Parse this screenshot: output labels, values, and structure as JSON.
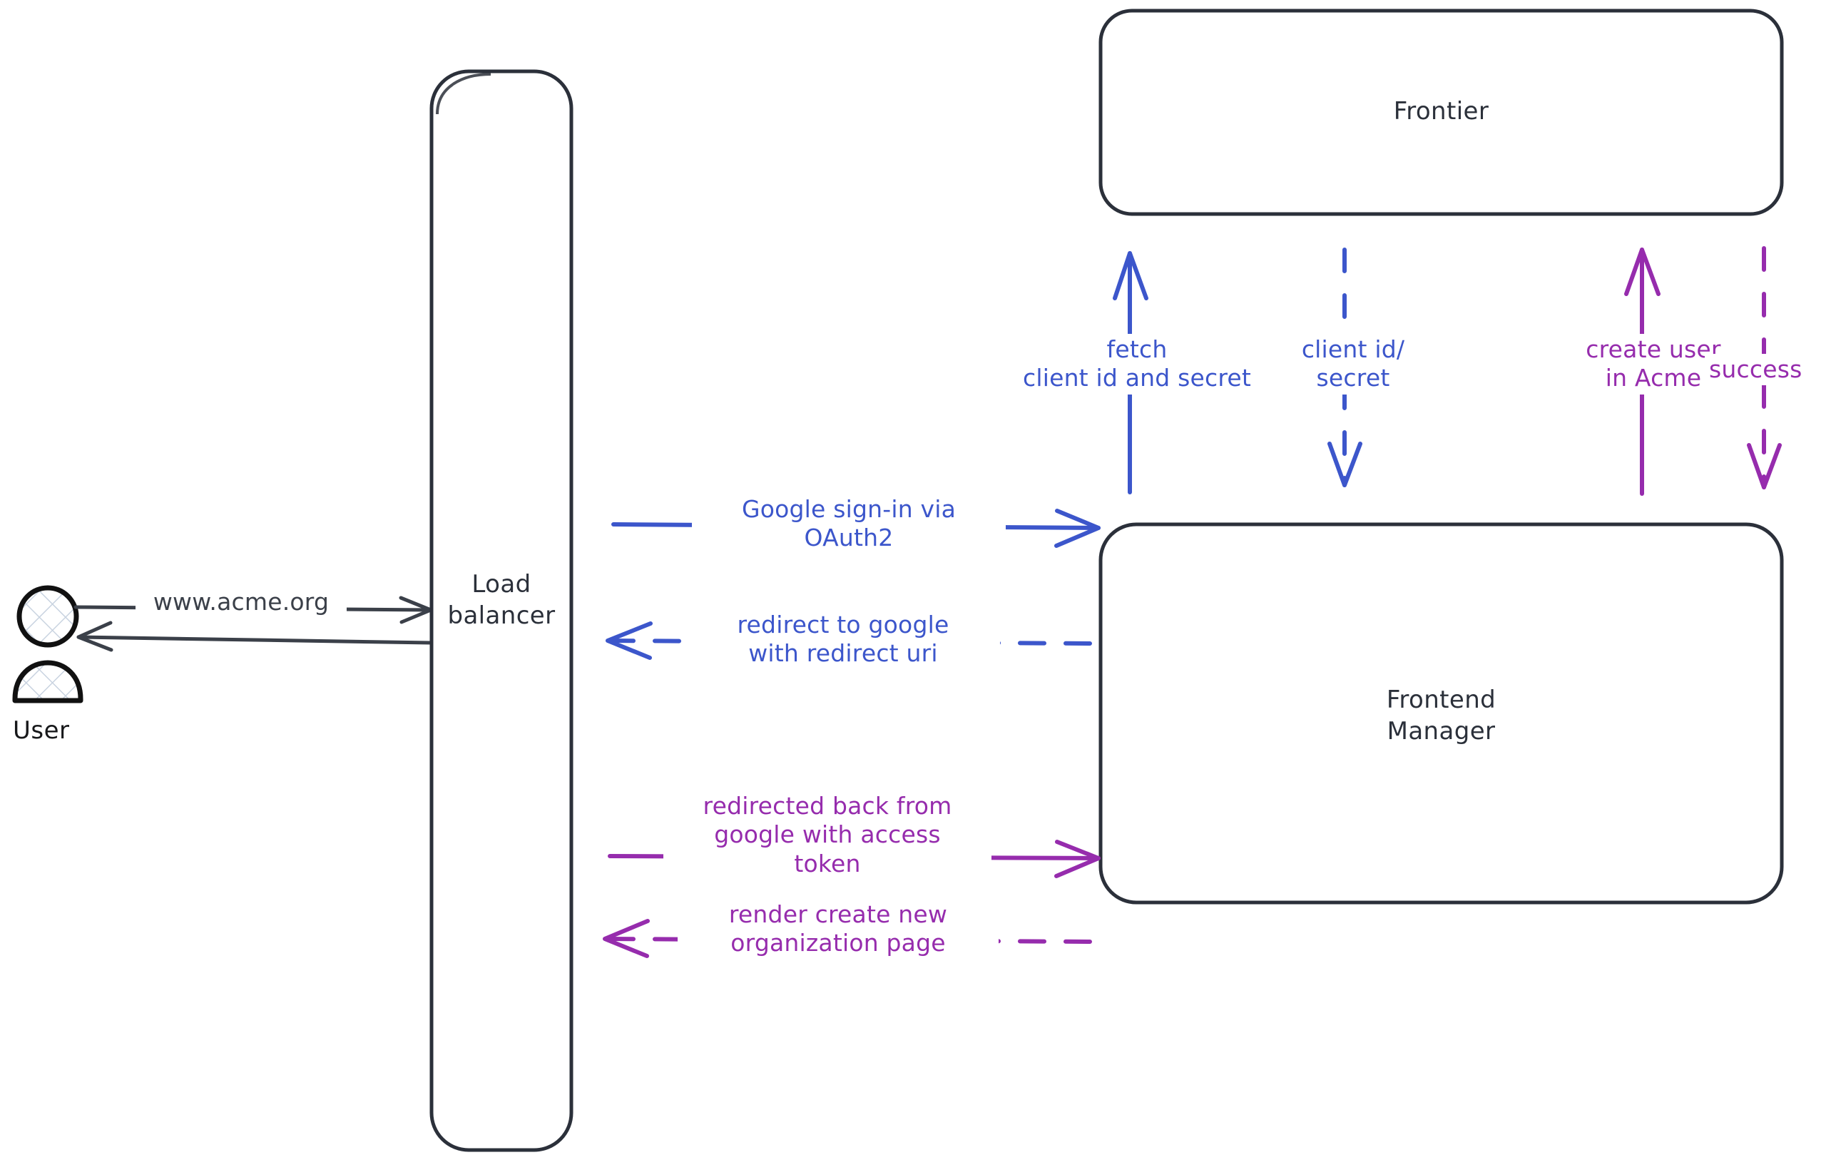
{
  "diagram": {
    "title": "Google OAuth2 sign-in sequence",
    "background": "#ffffff",
    "colors": {
      "stroke_dark": "#2b303a",
      "blue": "#3c56cb",
      "purple": "#962cad",
      "actor_outline": "#111111",
      "actor_hatch": "#c9d3e0"
    }
  },
  "actors": [
    {
      "id": "user",
      "icon": "person-icon",
      "caption": "User"
    }
  ],
  "nodes": [
    {
      "id": "load-balancer",
      "label": "Load\nbalancer",
      "shape": "rounded-rect"
    },
    {
      "id": "frontier",
      "label": "Frontier",
      "shape": "rounded-rect"
    },
    {
      "id": "frontend-manager",
      "label": "Frontend\nManager",
      "shape": "rounded-rect"
    }
  ],
  "edges": [
    {
      "id": "user-to-lb",
      "label": "www.acme.org",
      "color": "#3b4049",
      "style": "solid",
      "direction": "right",
      "from": "user",
      "to": "load-balancer"
    },
    {
      "id": "lb-to-user",
      "label": "",
      "color": "#3b4049",
      "style": "solid",
      "direction": "left",
      "from": "load-balancer",
      "to": "user"
    },
    {
      "id": "lb-to-fm-signin",
      "label": "Google sign-in via\nOAuth2",
      "color": "#3c56cb",
      "style": "solid",
      "direction": "right",
      "from": "load-balancer",
      "to": "frontend-manager"
    },
    {
      "id": "fm-to-lb-redirect",
      "label": "redirect to google\nwith redirect uri",
      "color": "#3c56cb",
      "style": "dashed",
      "direction": "left",
      "from": "frontend-manager",
      "to": "load-balancer"
    },
    {
      "id": "lb-to-fm-token",
      "label": "redirected back from\ngoogle with access\ntoken",
      "color": "#962cad",
      "style": "solid",
      "direction": "right",
      "from": "load-balancer",
      "to": "frontend-manager"
    },
    {
      "id": "fm-to-lb-render",
      "label": "render create new\norganization page",
      "color": "#962cad",
      "style": "dashed",
      "direction": "left",
      "from": "frontend-manager",
      "to": "load-balancer"
    },
    {
      "id": "fm-to-frontier-fetch",
      "label": "fetch\nclient id and secret",
      "color": "#3c56cb",
      "style": "solid",
      "direction": "up",
      "from": "frontend-manager",
      "to": "frontier"
    },
    {
      "id": "frontier-to-fm-creds",
      "label": "client id/\nsecret",
      "color": "#3c56cb",
      "style": "dashed",
      "direction": "down",
      "from": "frontier",
      "to": "frontend-manager"
    },
    {
      "id": "fm-to-frontier-create",
      "label": "create user\nin Acme",
      "color": "#962cad",
      "style": "solid",
      "direction": "up",
      "from": "frontend-manager",
      "to": "frontier"
    },
    {
      "id": "frontier-to-fm-success",
      "label": "success",
      "color": "#962cad",
      "style": "dashed",
      "direction": "down",
      "from": "frontier",
      "to": "frontend-manager"
    }
  ]
}
